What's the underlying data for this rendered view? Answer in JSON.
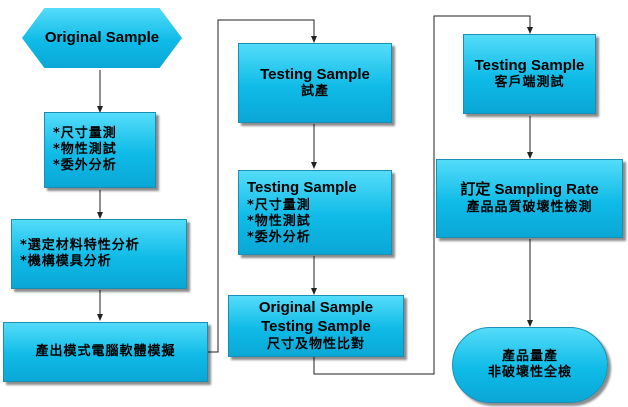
{
  "nodes": {
    "original_sample": {
      "lines": [
        "Original Sample"
      ]
    },
    "analysis": {
      "lines": [
        "*尺寸量測",
        "*物性測試",
        "*委外分析"
      ]
    },
    "material_selection": {
      "lines": [
        "*選定材料特性分析",
        "*機構模具分析"
      ]
    },
    "mold_simulation": {
      "lines": [
        "產出模式電腦軟體模擬"
      ]
    },
    "testing_trial": {
      "lines": [
        "Testing Sample",
        "試產"
      ]
    },
    "testing_tests": {
      "lines": [
        "Testing Sample",
        "*尺寸量測",
        "*物性測試",
        "*委外分析"
      ]
    },
    "comparison": {
      "lines": [
        "Original Sample",
        "Testing Sample",
        "尺寸及物性比對"
      ]
    },
    "customer_test": {
      "lines": [
        "Testing Sample",
        "客戶端測試"
      ]
    },
    "sampling_rate": {
      "lines": [
        "訂定 Sampling Rate",
        "產品品質破壞性檢測"
      ]
    },
    "mass_production": {
      "lines": [
        "產品量產",
        "非破壞性全檢"
      ]
    }
  }
}
